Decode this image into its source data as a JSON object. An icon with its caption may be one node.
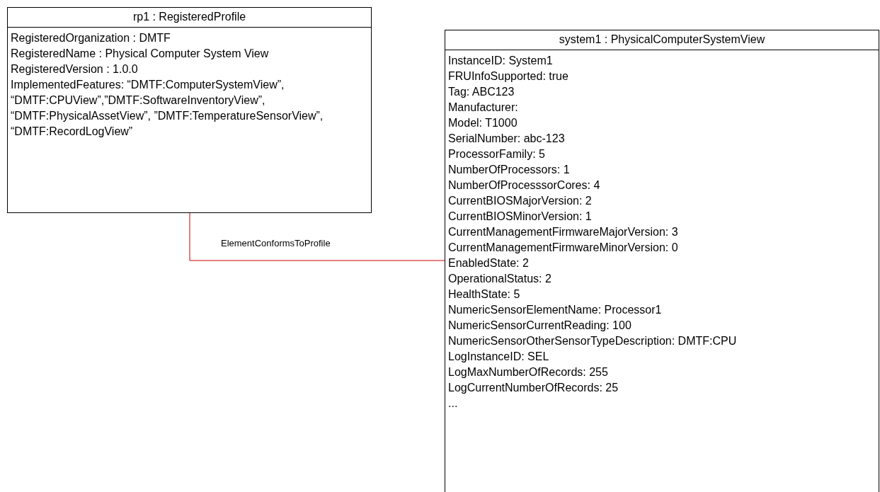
{
  "diagram": {
    "nodes": [
      {
        "text": [
          "rp1 : RegisteredProfile",
          "RegisteredOrganization : DMTF",
          "RegisteredName : Physical Computer System View",
          "RegisteredVersion : 1.0.0",
          "ImplementedFeatures: “DMTF:ComputerSystemView”, “DMTF:CPUView”,”DMTF:SoftwareInventoryView”, “DMTF:PhysicalAssetView”, ”DMTF:TemperatureSensorView”, “DMTF:RecordLogView”"
        ]
      },
      {
        "text": [
          "system1 : PhysicalComputerSystemView",
          "InstanceID: System1",
          "FRUInfoSupported: true",
          "Tag: ABC123",
          "Manufacturer:",
          "Model: T1000",
          "SerialNumber: abc-123",
          "ProcessorFamily: 5",
          "NumberOfProcessors: 1",
          "NumberOfProcesssorCores: 4",
          "CurrentBIOSMajorVersion: 2",
          "CurrentBIOSMinorVersion: 1",
          "CurrentManagementFirmwareMajorVersion: 3",
          "CurrentManagementFirmwareMinorVersion: 0",
          "EnabledState: 2",
          "OperationalStatus: 2",
          "HealthState: 5",
          "NumericSensorElementName: Processor1",
          "NumericSensorCurrentReading: 100",
          "NumericSensorOtherSensorTypeDescription: DMTF:CPU",
          "LogInstanceID: SEL",
          "LogMaxNumberOfRecords: 255",
          "LogCurrentNumberOfRecords: 25",
          "..."
        ]
      }
    ],
    "edges": [
      {
        "from": 0,
        "to": 1,
        "arrow": "none",
        "label": "ElementConformsToProfile",
        "color": "#cc0000"
      }
    ]
  }
}
